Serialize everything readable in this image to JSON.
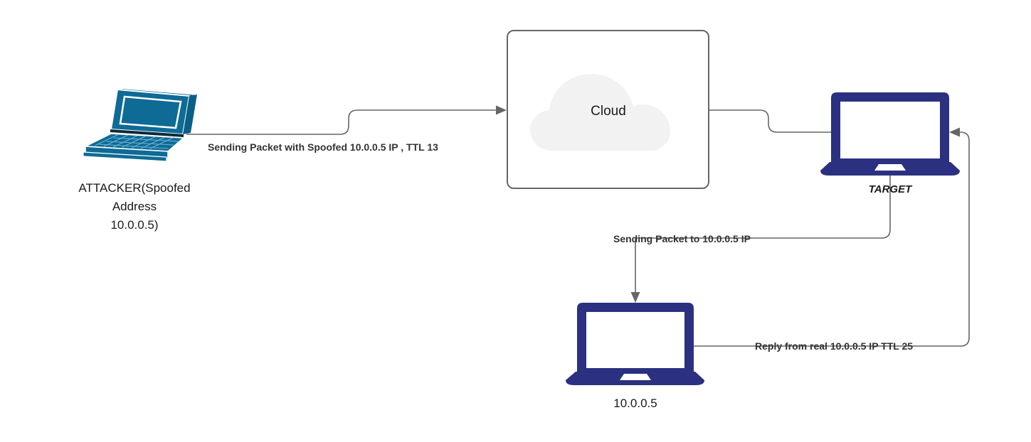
{
  "diagram": {
    "title": "IP Spoofing / TTL reflection network diagram",
    "background": "#ffffff",
    "colors": {
      "attacker_device": "#0d6b96",
      "attacker_device_dark": "#0a5madeup",
      "navy_device": "#2b3180",
      "connector": "#666666",
      "cloud_fill": "#f2f2f2",
      "box_stroke": "#666666",
      "text": "#1a1a1a",
      "edge_text": "#333333"
    }
  },
  "nodes": {
    "attacker": {
      "icon": "laptop-isometric-icon",
      "label_lines": [
        "ATTACKER(Spoofed",
        "Address",
        "10.0.0.5)"
      ],
      "label_line_1": "ATTACKER(Spoofed",
      "label_line_2": "Address",
      "label_line_3": "10.0.0.5)"
    },
    "cloud": {
      "icon": "cloud-icon",
      "label": "Cloud",
      "container": "rounded-rectangle"
    },
    "target": {
      "icon": "laptop-icon",
      "label": "TARGET"
    },
    "victim": {
      "icon": "laptop-icon",
      "label": "10.0.0.5"
    }
  },
  "edges": {
    "attacker_to_cloud": {
      "label": "Sending Packet with Spoofed 10.0.0.5 IP , TTL 13",
      "from": "attacker",
      "to": "cloud",
      "arrow": "end"
    },
    "cloud_to_target": {
      "label": "",
      "from": "cloud",
      "to": "target",
      "arrow": "none"
    },
    "target_to_victim": {
      "label": "Sending Packet to 10.0.0.5 IP",
      "from": "target",
      "to": "victim",
      "arrow": "end"
    },
    "victim_to_target": {
      "label": "Reply from real 10.0.0.5 IP TTL 25",
      "from": "victim",
      "to": "target",
      "arrow": "end"
    }
  }
}
